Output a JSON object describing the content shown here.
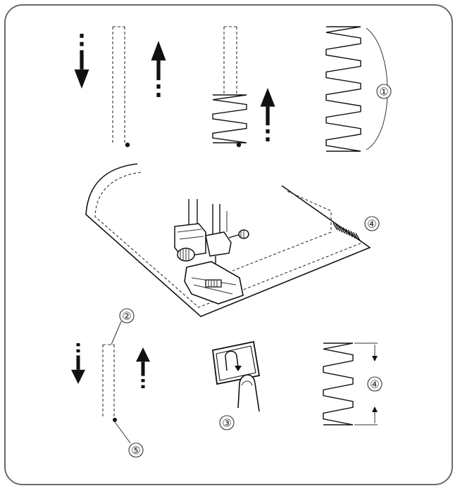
{
  "callouts": {
    "c1": "①",
    "c2": "②",
    "c3": "③",
    "c4a": "④",
    "c4b": "④",
    "c5": "⑤"
  },
  "icons": {
    "arrow_down": "down-arrow-icon",
    "arrow_up": "up-arrow-icon",
    "reverse_button": "reverse-stitch-button-icon",
    "finger": "finger-icon",
    "presser_foot": "presser-foot-icon"
  },
  "colors": {
    "line": "#111111",
    "frame": "#6a6a6a",
    "background": "#ffffff"
  }
}
